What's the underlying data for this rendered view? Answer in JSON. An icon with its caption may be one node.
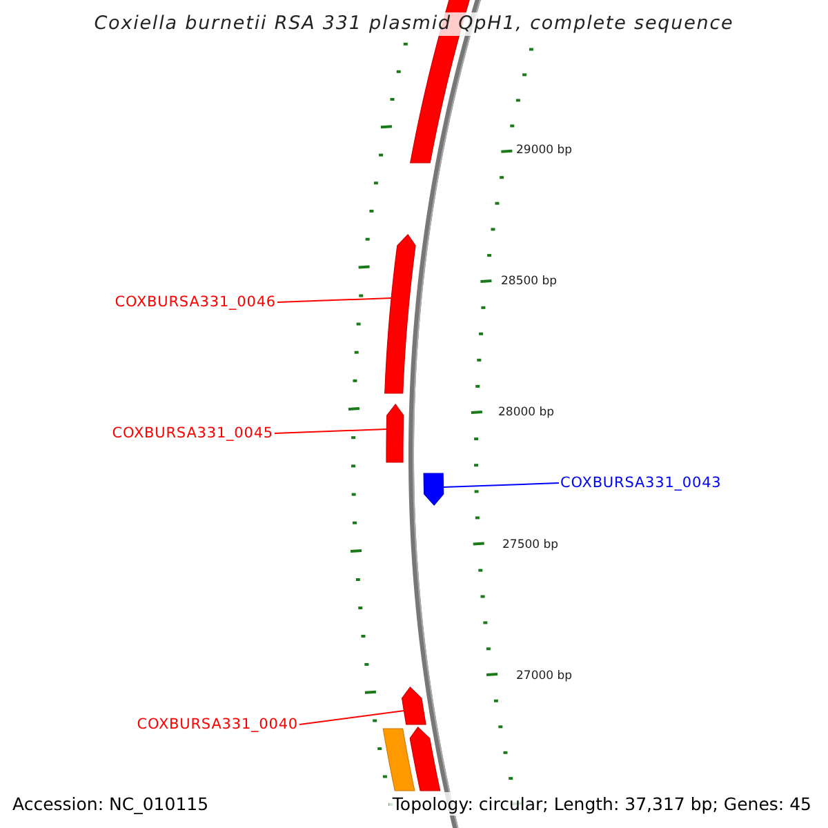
{
  "diagram": {
    "title": "Coxiella burnetii RSA 331 plasmid QpH1, complete sequence",
    "nodes": [
      {
        "text": [],
        "shape": "arrow"
      },
      {
        "text": [
          "COXBURSA331_0046"
        ]
      },
      {
        "text": [],
        "shape": "arrow"
      },
      {
        "text": [
          "COXBURSA331_0045"
        ]
      },
      {
        "text": [],
        "shape": "arrow"
      },
      {
        "text": [
          "COXBURSA331_0043"
        ]
      },
      {
        "text": [],
        "shape": "arrow"
      },
      {
        "text": [
          "COXBURSA331_0040"
        ]
      },
      {
        "text": [],
        "shape": "arrow"
      },
      {
        "text": [],
        "shape": "bar"
      },
      {
        "text": [],
        "shape": "arrow"
      }
    ],
    "edges": [
      {
        "from": 1,
        "to": 2,
        "arrow": "none"
      },
      {
        "from": 3,
        "to": 4,
        "arrow": "none"
      },
      {
        "from": 5,
        "to": 6,
        "arrow": "none",
        "color": "#0000ff"
      },
      {
        "from": 7,
        "to": 8,
        "arrow": "none"
      }
    ],
    "labels": [
      "29000 bp",
      "28500 bp",
      "28000 bp",
      "27500 bp",
      "27000 bp",
      "Accession: NC_010115",
      "Topology: circular; Length: 37,317 bp; Genes: 45"
    ]
  }
}
